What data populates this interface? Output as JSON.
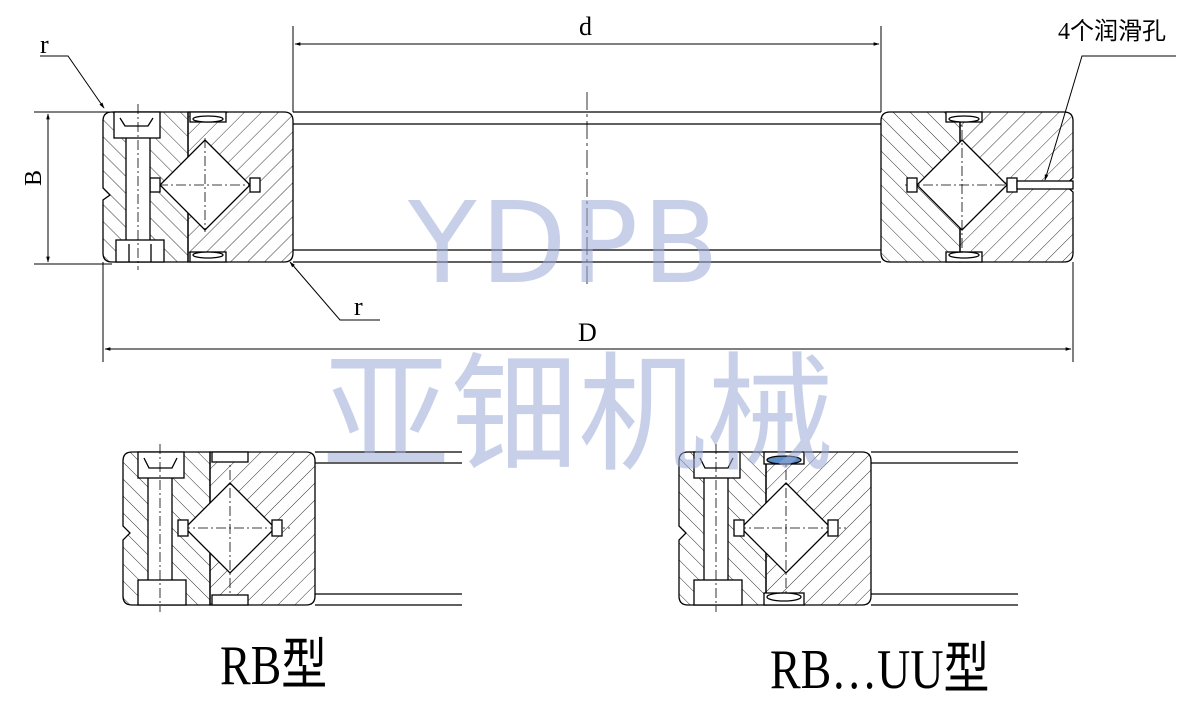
{
  "top_view": {
    "label_r_top": "r",
    "label_r_bottom": "r",
    "label_d": "d",
    "label_D": "D",
    "label_B": "B",
    "label_lube_holes": "4个润滑孔"
  },
  "variants": [
    {
      "caption": "RB型"
    },
    {
      "caption": "RB…UU型"
    }
  ],
  "watermark": {
    "brand_latin": "YDPB",
    "brand_cn": "亚钿机械",
    "color": "#9aaad7"
  },
  "colors": {
    "line": "#000000",
    "seal_fill": "#5b8ec9",
    "background": "#ffffff"
  }
}
